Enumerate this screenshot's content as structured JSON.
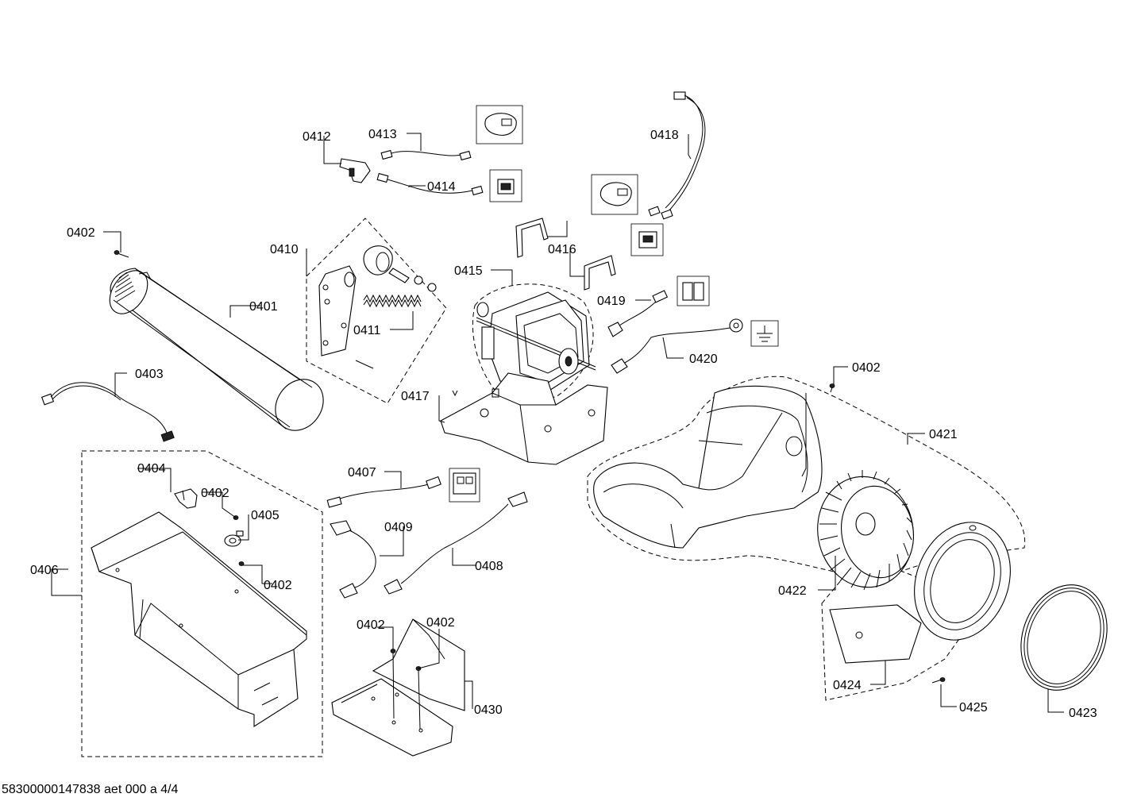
{
  "diagram": {
    "labels": {
      "l0401": "0401",
      "l0402a": "0402",
      "l0402b": "0402",
      "l0402c": "0402",
      "l0402d": "0402",
      "l0402e": "0402",
      "l0402f": "0402",
      "l0403": "0403",
      "l0404": "0404",
      "l0405": "0405",
      "l0406": "0406",
      "l0407": "0407",
      "l0408": "0408",
      "l0409": "0409",
      "l0410": "0410",
      "l0411": "0411",
      "l0412": "0412",
      "l0413": "0413",
      "l0414": "0414",
      "l0415": "0415",
      "l0416": "0416",
      "l0417": "0417",
      "l0418": "0418",
      "l0419": "0419",
      "l0420": "0420",
      "l0421": "0421",
      "l0422": "0422",
      "l0423": "0423",
      "l0424": "0424",
      "l0425": "0425",
      "l0430": "0430"
    },
    "footer": "58300000147838 aet 000 a 4/4"
  }
}
